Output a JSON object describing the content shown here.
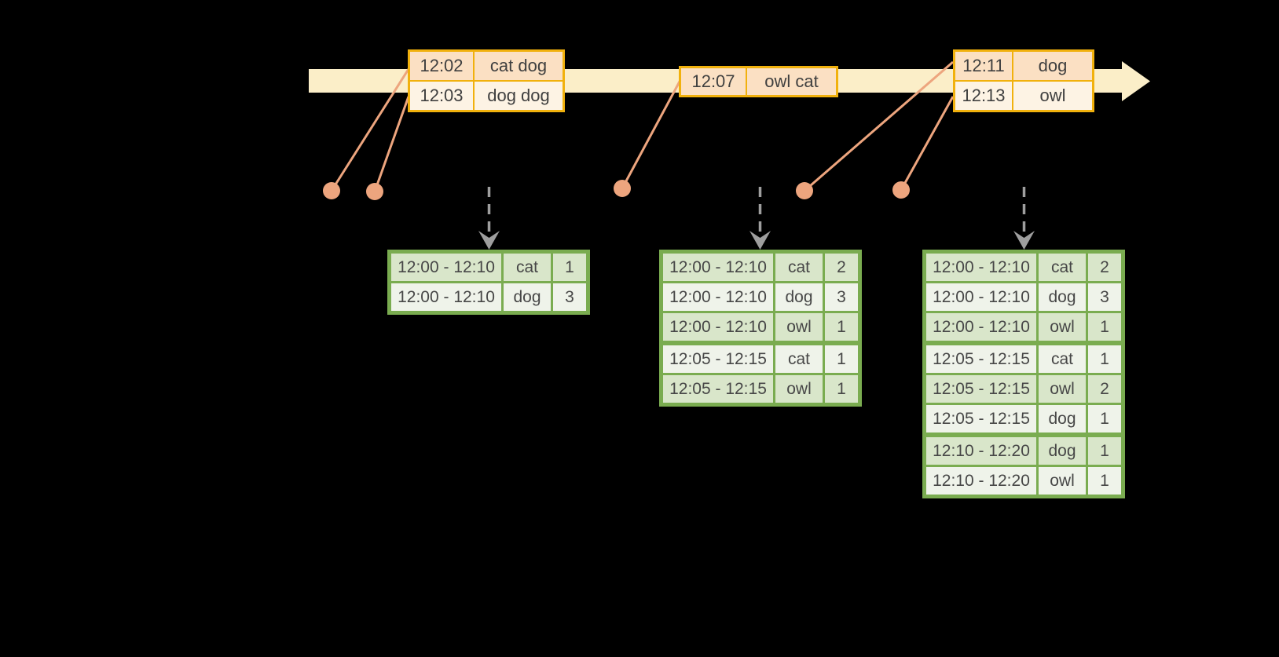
{
  "background_color": "#000000",
  "palette": {
    "timeline_fill": "#FBEEC8",
    "event_table_border": "#F1B10D",
    "event_row_fill_dark": "#FBE0C3",
    "event_row_fill_light": "#FDF3E4",
    "event_dot_color": "#EDA57E",
    "trigger_arrow_color": "#9E9E9E",
    "result_table_border": "#7AAC50",
    "result_row_fill_dark": "#D9E6CA",
    "result_row_fill_light": "#EFF3EA",
    "text_color": "#3F3F3F"
  },
  "timeline": {
    "direction": "left-to-right"
  },
  "event_tables": [
    {
      "rows": [
        {
          "time": "12:02",
          "words": "cat dog"
        },
        {
          "time": "12:03",
          "words": "dog dog"
        }
      ]
    },
    {
      "rows": [
        {
          "time": "12:07",
          "words": "owl cat"
        }
      ]
    },
    {
      "rows": [
        {
          "time": "12:11",
          "words": "dog"
        },
        {
          "time": "12:13",
          "words": "owl"
        }
      ]
    }
  ],
  "event_dots": {
    "count": 5
  },
  "trigger_arrows": {
    "count": 3
  },
  "result_tables": [
    {
      "rows": [
        {
          "window": "12:00 - 12:10",
          "word": "cat",
          "count": "1"
        },
        {
          "window": "12:00 - 12:10",
          "word": "dog",
          "count": "3"
        }
      ]
    },
    {
      "rows": [
        {
          "window": "12:00 - 12:10",
          "word": "cat",
          "count": "2"
        },
        {
          "window": "12:00 - 12:10",
          "word": "dog",
          "count": "3"
        },
        {
          "window": "12:00 - 12:10",
          "word": "owl",
          "count": "1"
        },
        {
          "window": "12:05 - 12:15",
          "word": "cat",
          "count": "1"
        },
        {
          "window": "12:05 - 12:15",
          "word": "owl",
          "count": "1"
        }
      ]
    },
    {
      "rows": [
        {
          "window": "12:00 - 12:10",
          "word": "cat",
          "count": "2"
        },
        {
          "window": "12:00 - 12:10",
          "word": "dog",
          "count": "3"
        },
        {
          "window": "12:00 - 12:10",
          "word": "owl",
          "count": "1"
        },
        {
          "window": "12:05 - 12:15",
          "word": "cat",
          "count": "1"
        },
        {
          "window": "12:05 - 12:15",
          "word": "owl",
          "count": "2"
        },
        {
          "window": "12:05 - 12:15",
          "word": "dog",
          "count": "1"
        },
        {
          "window": "12:10 - 12:20",
          "word": "dog",
          "count": "1"
        },
        {
          "window": "12:10 - 12:20",
          "word": "owl",
          "count": "1"
        }
      ]
    }
  ]
}
